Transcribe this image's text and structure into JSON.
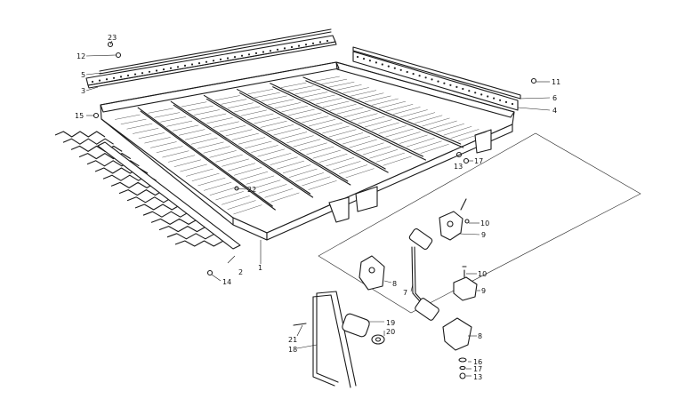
{
  "callouts": {
    "c23": "23",
    "c12": "12",
    "c5": "5",
    "c3": "3",
    "c15": "15",
    "c11": "11",
    "c6": "6",
    "c4": "4",
    "c17a": "17",
    "c13a": "13",
    "c22": "22",
    "c2": "2",
    "c1": "1",
    "c14": "14",
    "c10a": "10",
    "c9a": "9",
    "c8a": "8",
    "c7": "7",
    "c10b": "10",
    "c9b": "9",
    "c8b": "8",
    "c19": "19",
    "c20": "20",
    "c21": "21",
    "c18": "18",
    "c16": "16",
    "c17b": "17",
    "c13b": "13"
  }
}
